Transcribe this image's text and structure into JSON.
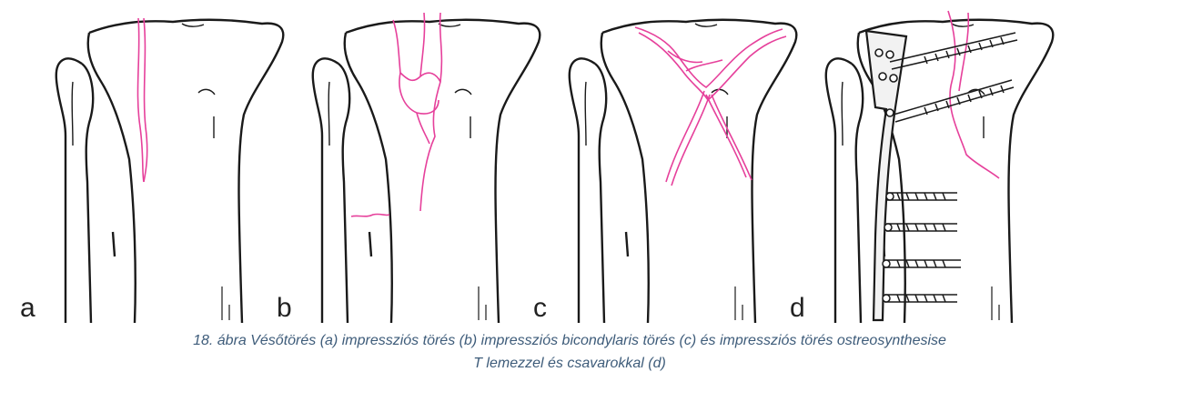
{
  "figure": {
    "panels": [
      {
        "letter": "a"
      },
      {
        "letter": "b"
      },
      {
        "letter": "c"
      },
      {
        "letter": "d"
      }
    ],
    "colors": {
      "bone_outline": "#1a1a1a",
      "fracture_line": "#e6409b",
      "plate_fill": "#f2f2f2"
    }
  },
  "caption": {
    "line1": "18. ábra Vésőtörés (a) impressziós törés (b) impressziós bicondylaris törés (c) és impressziós törés ostreosynthesise",
    "line2": "T lemezzel és csavarokkal (d)",
    "color": "#3e5c7a"
  }
}
